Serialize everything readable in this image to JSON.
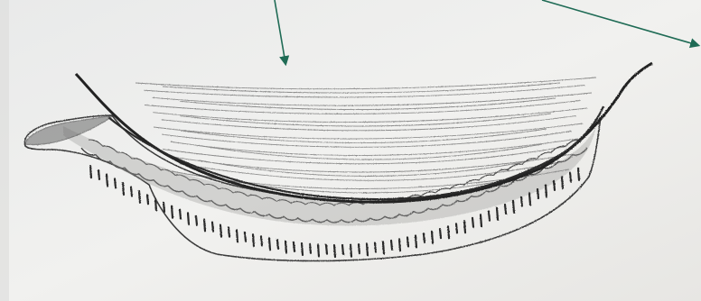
{
  "diagram": {
    "type": "pencil-sketch",
    "subject": "cross-section",
    "labels_visible": false,
    "annotation_arrow_count": 2,
    "colors": {
      "paper": "#efefed",
      "pencil": "#2b2b2b",
      "shading": "#7c7c7c",
      "arrow": "#1f6b55"
    }
  }
}
